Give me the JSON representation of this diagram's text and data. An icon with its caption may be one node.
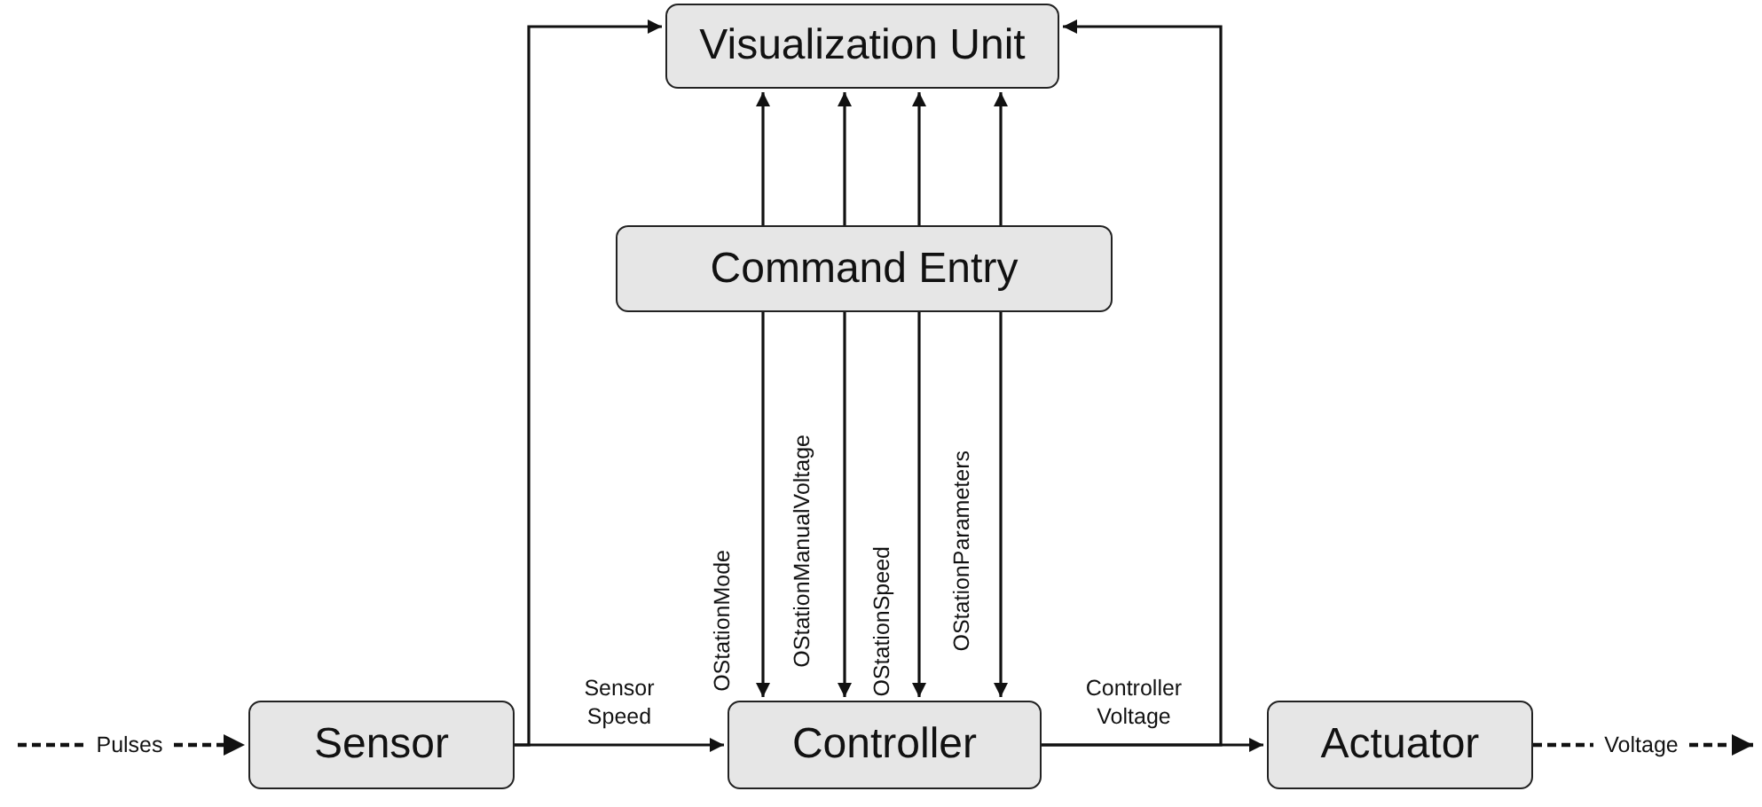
{
  "diagram": {
    "nodes": [
      {
        "text": [
          "Visualization Unit"
        ]
      },
      {
        "text": [
          "Command Entry"
        ]
      },
      {
        "text": [
          "Sensor"
        ]
      },
      {
        "text": [
          "Controller"
        ]
      },
      {
        "text": [
          "Actuator"
        ]
      }
    ],
    "edges": [
      {
        "from": null,
        "to": 2,
        "arrow": "to",
        "label": "Pulses",
        "style": "dashed"
      },
      {
        "from": 2,
        "to": 3,
        "arrow": "to",
        "label": "Sensor Speed"
      },
      {
        "from": 2,
        "to": 0,
        "arrow": "to"
      },
      {
        "from": 3,
        "to": 4,
        "arrow": "to",
        "label": "Controller Voltage"
      },
      {
        "from": 3,
        "to": 0,
        "arrow": "to"
      },
      {
        "from": 4,
        "to": null,
        "arrow": "to",
        "label": "Voltage",
        "style": "dashed"
      },
      {
        "from": 1,
        "to": 3,
        "arrow": "to",
        "label": "OStationMode"
      },
      {
        "from": 1,
        "to": 3,
        "arrow": "to",
        "label": "OStationManualVoltage"
      },
      {
        "from": 1,
        "to": 3,
        "arrow": "to",
        "label": "OStationSpeed"
      },
      {
        "from": 1,
        "to": 3,
        "arrow": "to",
        "label": "OStationParameters"
      },
      {
        "from": 1,
        "to": 0,
        "arrow": "to"
      },
      {
        "from": 1,
        "to": 0,
        "arrow": "to"
      },
      {
        "from": 1,
        "to": 0,
        "arrow": "to"
      },
      {
        "from": 1,
        "to": 0,
        "arrow": "to"
      }
    ]
  }
}
